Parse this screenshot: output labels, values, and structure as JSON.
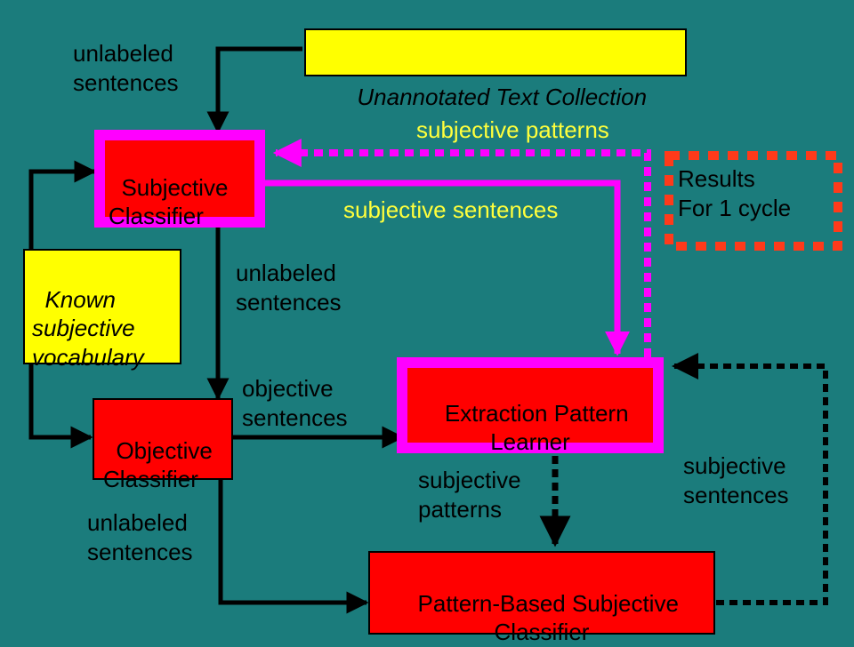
{
  "boxes": {
    "unannotated": "Unannotated Text Collection",
    "subjective_classifier": "Subjective\nClassifier",
    "known_vocab": "Known\nsubjective\nvocabulary",
    "objective_classifier": "Objective\nClassifier",
    "extraction_learner": "Extraction Pattern\nLearner",
    "pattern_classifier": "Pattern-Based Subjective\nClassifier",
    "results": "Results\nFor 1 cycle"
  },
  "labels": {
    "unlabeled_top": "unlabeled\nsentences",
    "unlabeled_mid": "unlabeled\nsentences",
    "unlabeled_bottom": "unlabeled\nsentences",
    "objective_sentences": "objective\nsentences",
    "subjective_patterns_top": "subjective patterns",
    "subjective_sentences_top": "subjective sentences",
    "subjective_patterns_bottom": "subjective\npatterns",
    "subjective_sentences_right": "subjective\nsentences"
  },
  "colors": {
    "background": "#1b7c7c",
    "box_red": "#ff0000",
    "box_yellow": "#ffff00",
    "frame_magenta": "#ff00ff",
    "label_yellow": "#ffff3c",
    "results_frame": "#ff3a1a"
  }
}
